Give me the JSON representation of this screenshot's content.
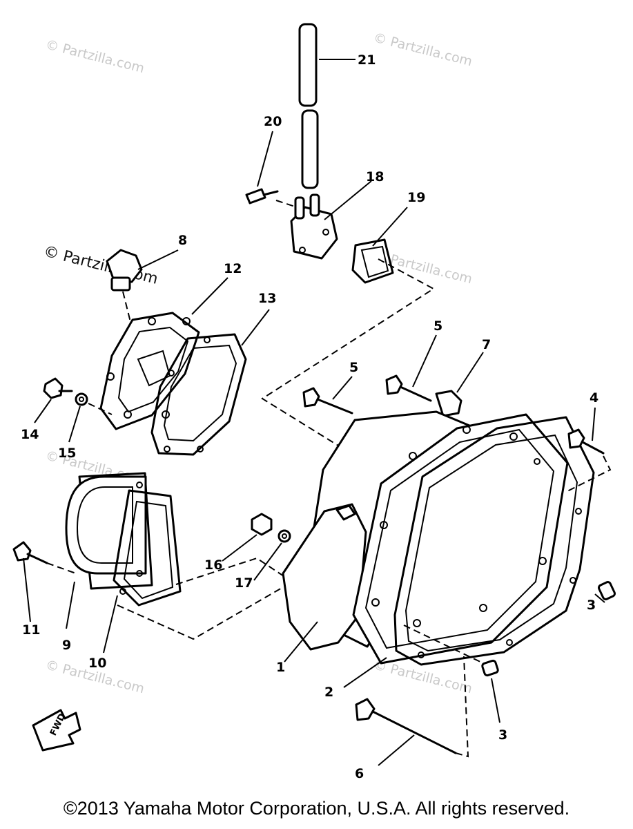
{
  "watermark": {
    "faint_text": "© Partzilla.com",
    "strong_text": "© Partzilla.com"
  },
  "callouts": {
    "c1": "1",
    "c2": "2",
    "c3a": "3",
    "c3b": "3",
    "c4": "4",
    "c5a": "5",
    "c5b": "5",
    "c6": "6",
    "c7": "7",
    "c8": "8",
    "c9": "9",
    "c10": "10",
    "c11": "11",
    "c12": "12",
    "c13": "13",
    "c14": "14",
    "c15": "15",
    "c16": "16",
    "c17": "17",
    "c18": "18",
    "c19": "19",
    "c20": "20",
    "c21": "21"
  },
  "fwd_label": "FWD",
  "copyright": "©2013  Yamaha Motor Corporation, U.S.A. All rights reserved."
}
